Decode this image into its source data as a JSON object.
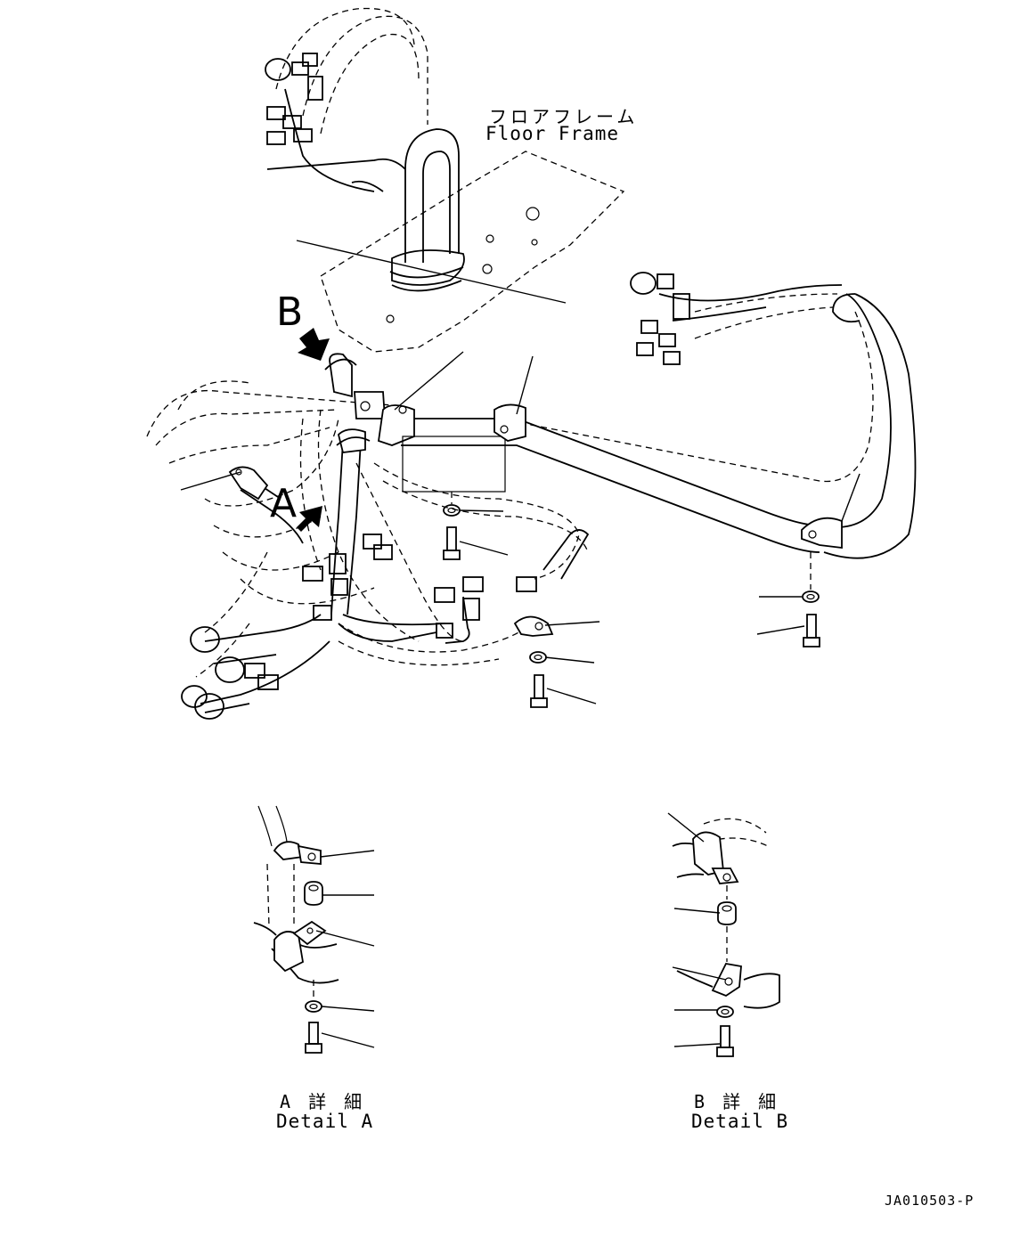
{
  "labels": {
    "floor_frame_jp": "フロアフレーム",
    "floor_frame_en": "Floor Frame",
    "view_a": "A",
    "view_b": "B",
    "detail_a_jp": "A 詳 細",
    "detail_a_en": "Detail A",
    "detail_b_jp": "B 詳 細",
    "detail_b_en": "Detail B",
    "drawing_code": "JA010503-P"
  },
  "icons": {
    "view_arrow": "view-arrow-icon"
  }
}
